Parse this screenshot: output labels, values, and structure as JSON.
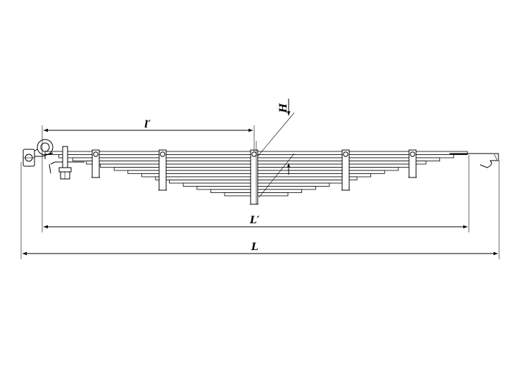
{
  "labels": {
    "l_prime": "l′",
    "L_prime": "L′",
    "L": "L",
    "H": "H"
  },
  "spring": {
    "leaf_count": 14,
    "clamp_count": 5
  }
}
